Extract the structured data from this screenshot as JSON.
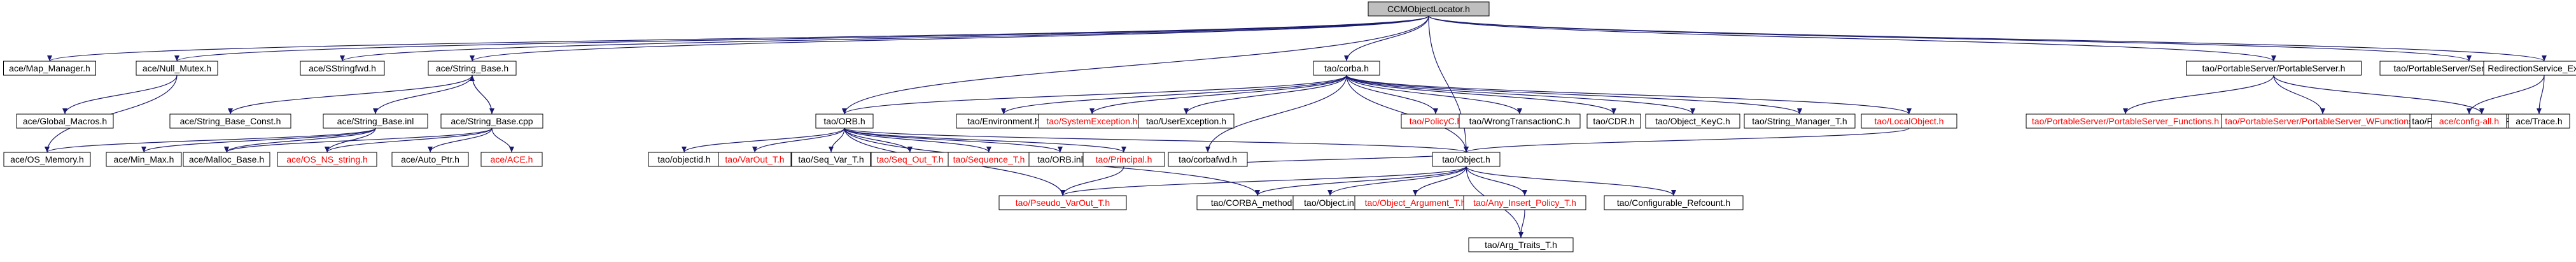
{
  "graph": {
    "colors": {
      "edge": "#191970",
      "root_fill": "#bfbfbf",
      "node_fill": "#ffffff",
      "missing_text": "#ff0000",
      "text": "#000000"
    },
    "root": "CCM/ObjectLocator.h",
    "nodes": [
      {
        "id": "root",
        "label": "CCMObjectLocator.h",
        "kind": "root"
      },
      {
        "id": "map_manager",
        "label": "ace/Map_Manager.h"
      },
      {
        "id": "null_mutex",
        "label": "ace/Null_Mutex.h"
      },
      {
        "id": "sstringfwd",
        "label": "ace/SStringfwd.h"
      },
      {
        "id": "string_base",
        "label": "ace/String_Base.h"
      },
      {
        "id": "corba",
        "label": "tao/corba.h"
      },
      {
        "id": "ps_portableserver",
        "label": "tao/PortableServer/PortableServer.h"
      },
      {
        "id": "ps_servantlocatorc",
        "label": "tao/PortableServer/ServantLocatorC.h"
      },
      {
        "id": "redirection_export",
        "label": "RedirectionService_Export.h"
      },
      {
        "id": "global_macros",
        "label": "ace/Global_Macros.h"
      },
      {
        "id": "string_base_const",
        "label": "ace/String_Base_Const.h"
      },
      {
        "id": "string_base_inl",
        "label": "ace/String_Base.inl"
      },
      {
        "id": "string_base_cpp",
        "label": "ace/String_Base.cpp"
      },
      {
        "id": "orb",
        "label": "tao/ORB.h"
      },
      {
        "id": "environment",
        "label": "tao/Environment.h"
      },
      {
        "id": "systemexception",
        "label": "tao/SystemException.h",
        "missing": true
      },
      {
        "id": "userexception",
        "label": "tao/UserException.h"
      },
      {
        "id": "policyc",
        "label": "tao/PolicyC.h",
        "missing": true
      },
      {
        "id": "wrongtransactionc",
        "label": "tao/WrongTransactionC.h"
      },
      {
        "id": "cdr",
        "label": "tao/CDR.h"
      },
      {
        "id": "object_keyc",
        "label": "tao/Object_KeyC.h"
      },
      {
        "id": "string_manager_t",
        "label": "tao/String_Manager_T.h"
      },
      {
        "id": "localobject",
        "label": "tao/LocalObject.h",
        "missing": true
      },
      {
        "id": "ps_functions",
        "label": "tao/PortableServer/PortableServer_Functions.h",
        "missing": true
      },
      {
        "id": "ps_wfunctions",
        "label": "tao/PortableServer/PortableServer_WFunctions.h",
        "missing": true
      },
      {
        "id": "ps_forward",
        "label": "tao/PortableServer/PS_ForwardA.h"
      },
      {
        "id": "config_all",
        "label": "ace/config-all.h",
        "missing": true
      },
      {
        "id": "trace",
        "label": "ace/Trace.h"
      },
      {
        "id": "os_memory",
        "label": "ace/OS_Memory.h"
      },
      {
        "id": "min_max",
        "label": "ace/Min_Max.h"
      },
      {
        "id": "malloc_base",
        "label": "ace/Malloc_Base.h"
      },
      {
        "id": "os_ns_string",
        "label": "ace/OS_NS_string.h",
        "missing": true
      },
      {
        "id": "auto_ptr",
        "label": "ace/Auto_Ptr.h"
      },
      {
        "id": "ace_h",
        "label": "ace/ACE.h",
        "missing": true
      },
      {
        "id": "objectid",
        "label": "tao/objectid.h"
      },
      {
        "id": "varout_t",
        "label": "tao/VarOut_T.h",
        "missing": true
      },
      {
        "id": "seq_var_t",
        "label": "tao/Seq_Var_T.h"
      },
      {
        "id": "seq_out_t",
        "label": "tao/Seq_Out_T.h",
        "missing": true
      },
      {
        "id": "sequence_t",
        "label": "tao/Sequence_T.h",
        "missing": true
      },
      {
        "id": "orb_inl",
        "label": "tao/ORB.inl"
      },
      {
        "id": "principal",
        "label": "tao/Principal.h",
        "missing": true
      },
      {
        "id": "corbafwd",
        "label": "tao/corbafwd.h"
      },
      {
        "id": "object",
        "label": "tao/Object.h"
      },
      {
        "id": "pseudo_varout",
        "label": "tao/Pseudo_VarOut_T.h",
        "missing": true
      },
      {
        "id": "corba_methods",
        "label": "tao/CORBA_methods.h"
      },
      {
        "id": "object_inl",
        "label": "tao/Object.inl"
      },
      {
        "id": "object_argument",
        "label": "tao/Object_Argument_T.h",
        "missing": true
      },
      {
        "id": "any_insert_policy",
        "label": "tao/Any_Insert_Policy_T.h",
        "missing": true
      },
      {
        "id": "configurable_refcount",
        "label": "tao/Configurable_Refcount.h"
      },
      {
        "id": "arg_traits",
        "label": "tao/Arg_Traits_T.h"
      }
    ]
  }
}
